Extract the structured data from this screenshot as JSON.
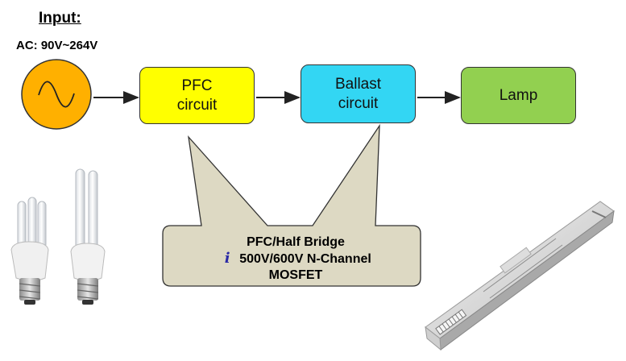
{
  "input": {
    "title": "Input:",
    "range": "AC: 90V~264V"
  },
  "blocks": {
    "pfc": "PFC\ncircuit",
    "ballast": "Ballast\ncircuit",
    "lamp": "Lamp"
  },
  "callout": {
    "line1": "PFC/Half Bridge",
    "brand_glyph": "i",
    "line2": "500V/600V N-Channel",
    "line3": "MOSFET"
  },
  "icons": {
    "ac_source": "sine-wave-icon",
    "bulbs": "cfl-bulb-icon",
    "ballast_unit": "electronic-ballast-icon"
  },
  "colors": {
    "ac_source": "#ffb000",
    "pfc": "#ffff00",
    "ballast": "#33d6f3",
    "lamp": "#92d050",
    "callout": "#ddd9c3"
  }
}
